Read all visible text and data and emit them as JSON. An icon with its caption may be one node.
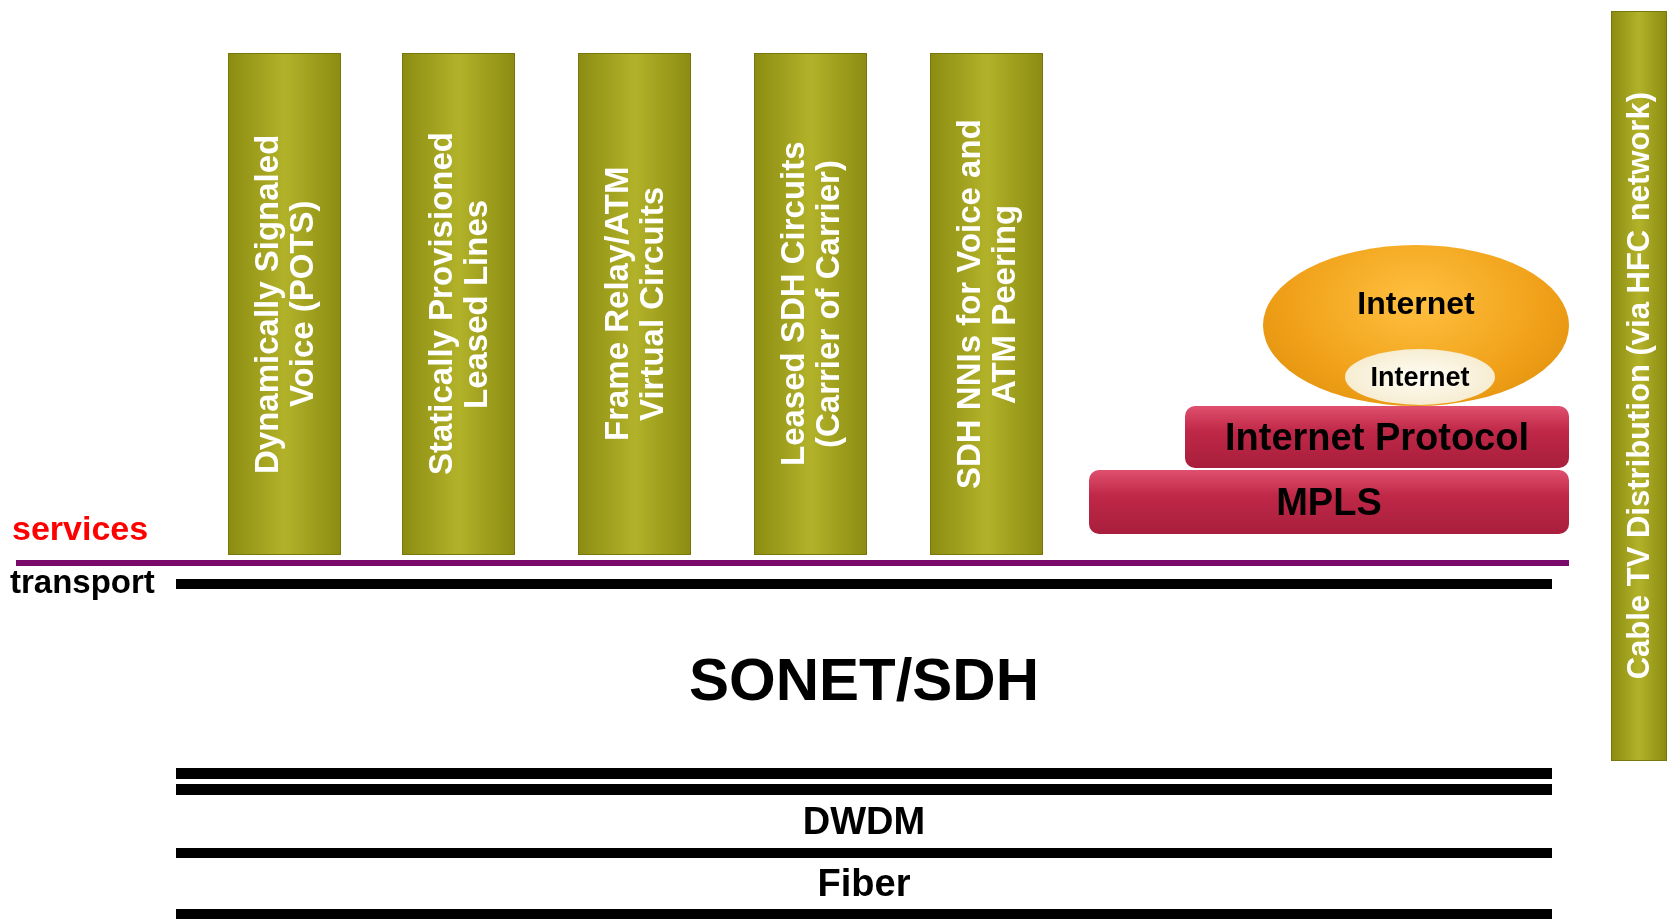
{
  "diagram": {
    "nodes": [
      {
        "text": [
          "Dynamically Signaled Voice (POTS)"
        ]
      },
      {
        "text": [
          "Statically Provisioned Leased Lines"
        ]
      },
      {
        "text": [
          "Frame Relay/ATM Virtual Circuits"
        ]
      },
      {
        "text": [
          "Leased SDH Circuits (Carrier of Carrier)"
        ]
      },
      {
        "text": [
          "SDH NNIs for Voice and ATM Peering"
        ]
      },
      {
        "text": [
          "Cable TV Distribution (via HFC network)"
        ]
      },
      {
        "text": [
          "Internet"
        ]
      },
      {
        "text": [
          "Internet"
        ],
        "in": 6
      },
      {
        "text": [
          "Internet Protocol"
        ]
      },
      {
        "text": [
          "MPLS"
        ]
      },
      {
        "text": [
          "SONET/SDH"
        ]
      },
      {
        "text": [
          "DWDM"
        ]
      },
      {
        "text": [
          "Fiber"
        ]
      }
    ],
    "labels": [
      "services",
      "transport"
    ]
  }
}
